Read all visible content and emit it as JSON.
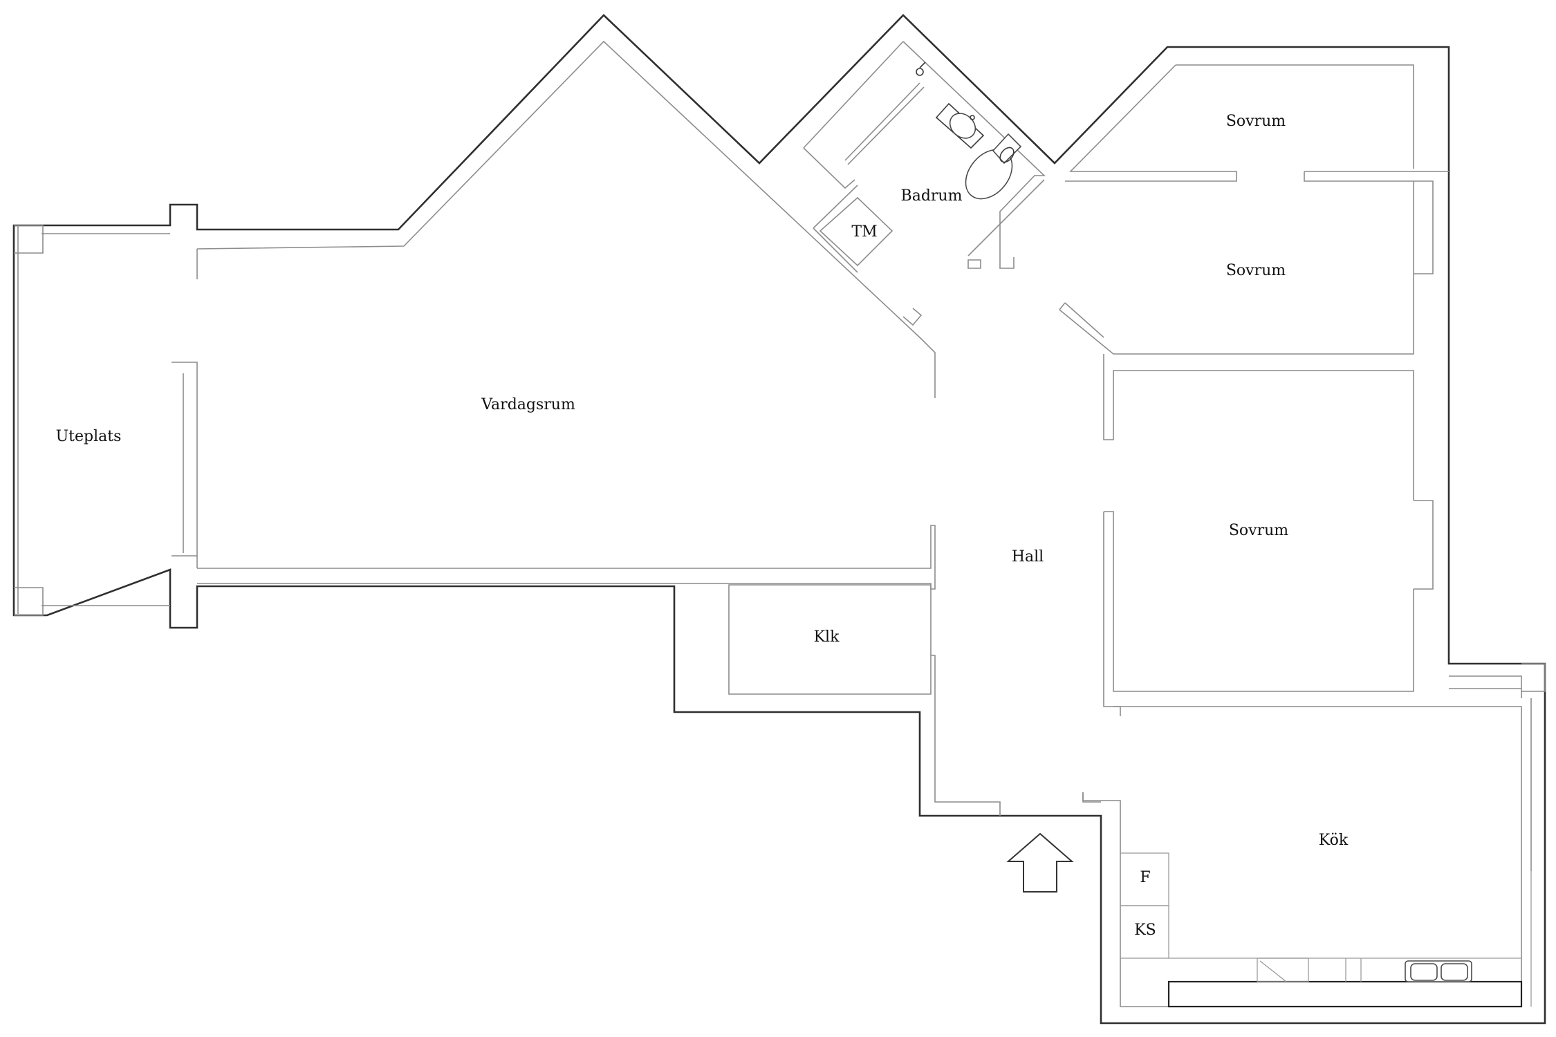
{
  "plan": {
    "rooms": {
      "uteplats": "Uteplats",
      "vardagsrum": "Vardagsrum",
      "badrum": "Badrum",
      "tm": "TM",
      "sovrum_top": "Sovrum",
      "sovrum_middle": "Sovrum",
      "sovrum_bottom": "Sovrum",
      "hall": "Hall",
      "klk": "Klk",
      "kok": "Kök",
      "f": "F",
      "ks": "KS"
    },
    "entrance_icon": "arrow-up-icon",
    "colors": {
      "outer_wall": "#2f2f2f",
      "inner_wall": "#8c8c8c",
      "background": "#ffffff"
    }
  }
}
